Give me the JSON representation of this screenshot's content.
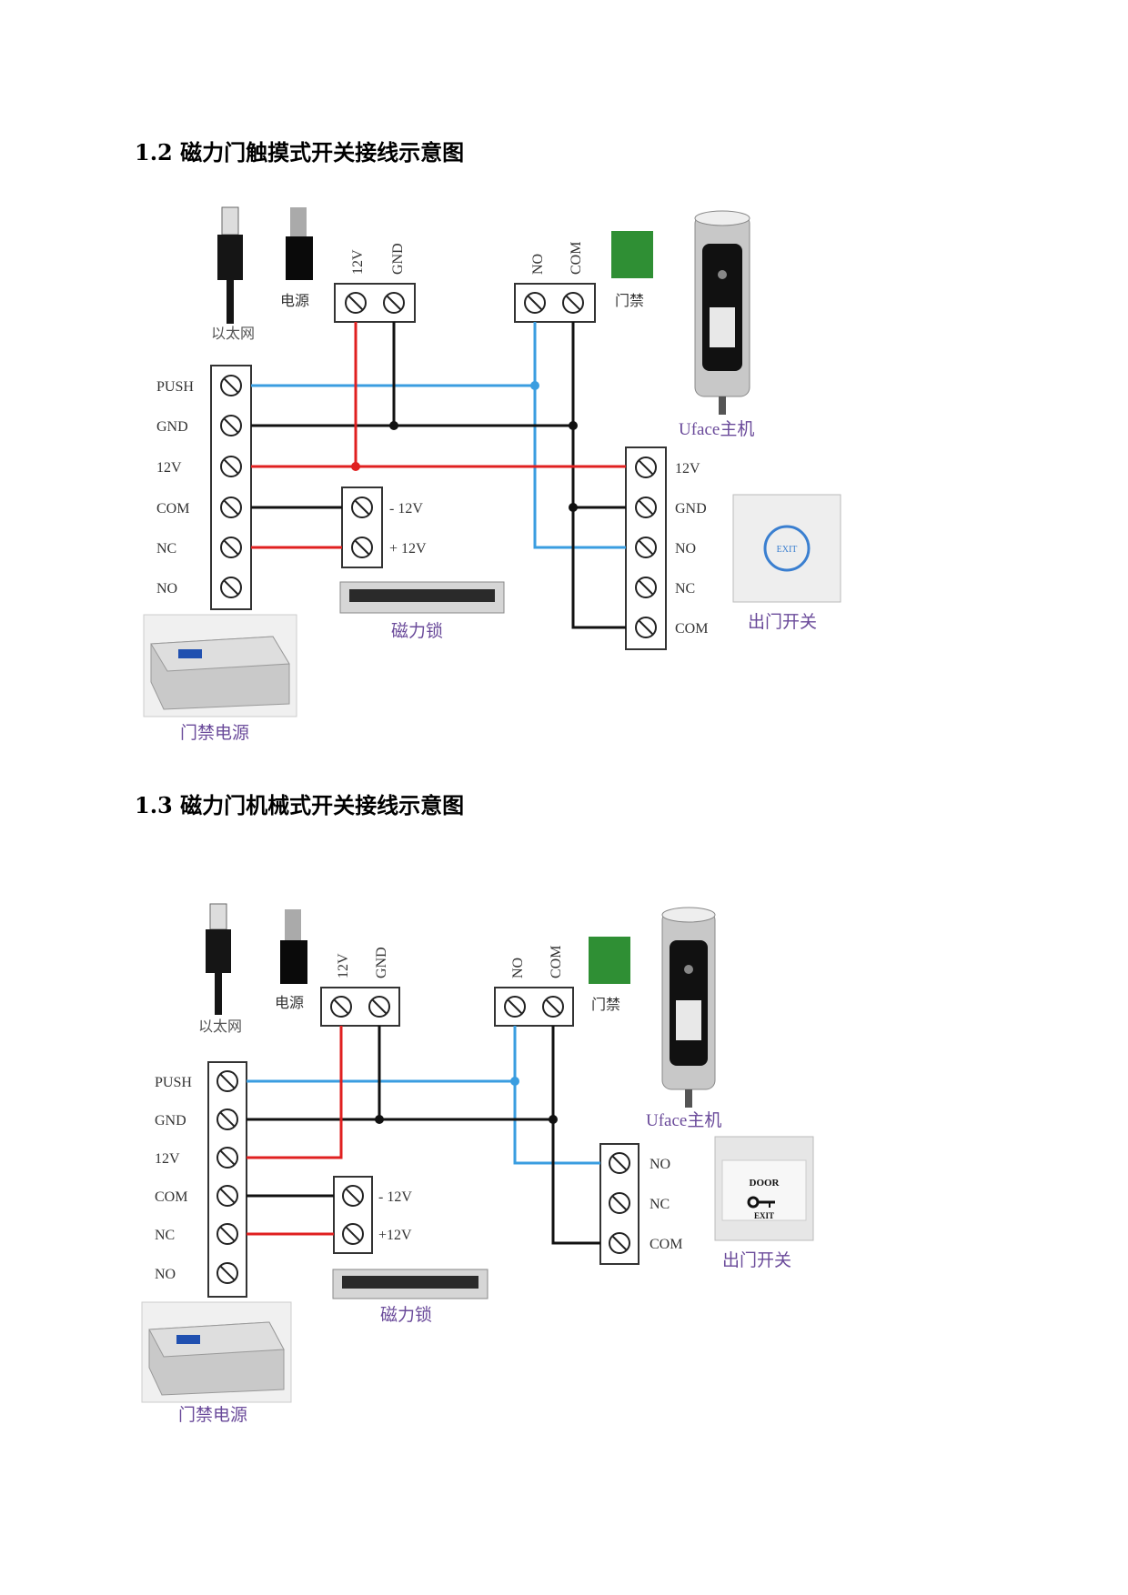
{
  "diagram1": {
    "title": "1.2 磁力门触摸式开关接线示意图",
    "ethernet_label": "以太网",
    "power_label": "电源",
    "power_terminal": [
      "12V",
      "GND"
    ],
    "access_terminal": [
      "NO",
      "COM"
    ],
    "access_label": "门禁",
    "uface_label": "Uface主机",
    "psu_terminals": [
      "PUSH",
      "GND",
      "12V",
      "COM",
      "NC",
      "NO"
    ],
    "lock_terminals": [
      "- 12V",
      "+ 12V"
    ],
    "lock_label": "磁力锁",
    "exit_terminals": [
      "12V",
      "GND",
      "NO",
      "NC",
      "COM"
    ],
    "exit_label": "出门开关",
    "exit_button_text": "EXIT",
    "psu_label": "门禁电源",
    "wire_colors": {
      "signal": "#3a9de0",
      "power": "#e02020",
      "ground": "#111111"
    }
  },
  "diagram2": {
    "title": "1.3 磁力门机械式开关接线示意图",
    "ethernet_label": "以太网",
    "power_label": "电源",
    "power_terminal": [
      "12V",
      "GND"
    ],
    "access_terminal": [
      "NO",
      "COM"
    ],
    "access_label": "门禁",
    "uface_label": "Uface主机",
    "psu_terminals": [
      "PUSH",
      "GND",
      "12V",
      "COM",
      "NC",
      "NO"
    ],
    "lock_terminals": [
      "- 12V",
      "+12V"
    ],
    "lock_label": "磁力锁",
    "exit_terminals": [
      "NO",
      "NC",
      "COM"
    ],
    "exit_label": "出门开关",
    "exit_button_text": [
      "DOOR",
      "EXIT"
    ],
    "psu_label": "门禁电源"
  }
}
